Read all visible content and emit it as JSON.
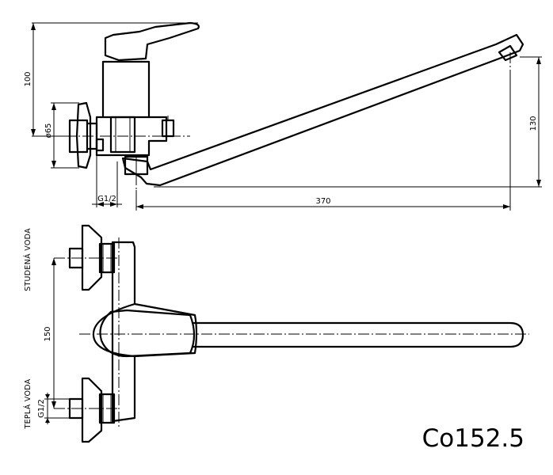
{
  "dimensions": {
    "height_lever": "100",
    "flange_diameter": "ø65",
    "thread_side": "G1/2",
    "spout_length": "370",
    "spout_height": "130",
    "axis_spacing": "150",
    "thread_front": "G1/2"
  },
  "labels": {
    "cold_water": "STUDENÁ VODA",
    "hot_water": "TEPLÁ VODA"
  },
  "model_code": "Co152.5"
}
